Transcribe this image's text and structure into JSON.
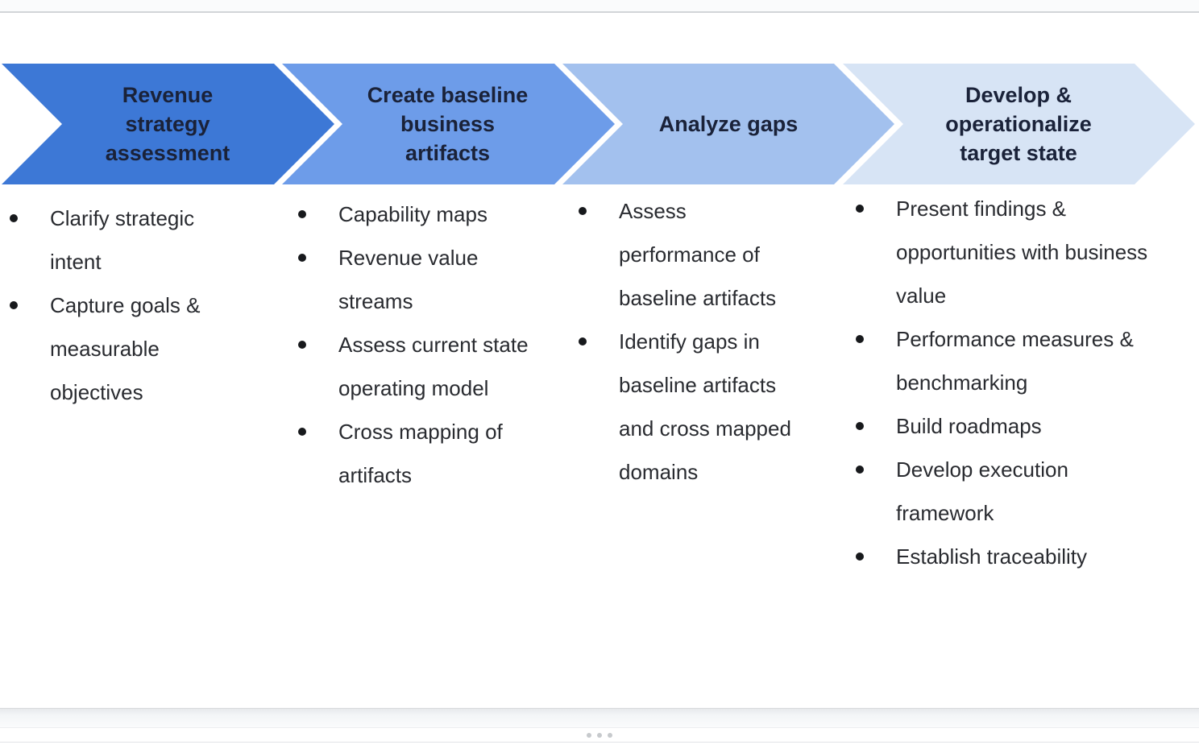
{
  "palette": {
    "stage1": "#3d78d6",
    "stage2": "#6d9ce9",
    "stage3": "#a3c1ee",
    "stage4": "#d7e4f5",
    "heading_text": "#1a2239",
    "body_text": "#292b30"
  },
  "stages": [
    {
      "title": "Revenue\nstrategy\nassessment",
      "color": "#3d78d6",
      "items": [
        "Clarify strategic\nintent",
        "Capture goals &\nmeasurable\nobjectives"
      ]
    },
    {
      "title": "Create baseline\nbusiness\nartifacts",
      "color": "#6d9ce9",
      "items": [
        "Capability maps",
        "Revenue value\nstreams",
        "Assess current state\noperating model",
        "Cross mapping of\nartifacts"
      ]
    },
    {
      "title": "Analyze gaps",
      "color": "#a3c1ee",
      "items": [
        "Assess\nperformance of\nbaseline artifacts",
        "Identify gaps in\nbaseline artifacts\nand cross mapped\ndomains"
      ]
    },
    {
      "title": "Develop &\noperationalize\ntarget state",
      "color": "#d7e4f5",
      "items": [
        "Present findings &\nopportunities with business\nvalue",
        "Performance measures &\nbenchmarking",
        "Build roadmaps",
        "Develop execution\nframework",
        "Establish traceability"
      ]
    }
  ]
}
